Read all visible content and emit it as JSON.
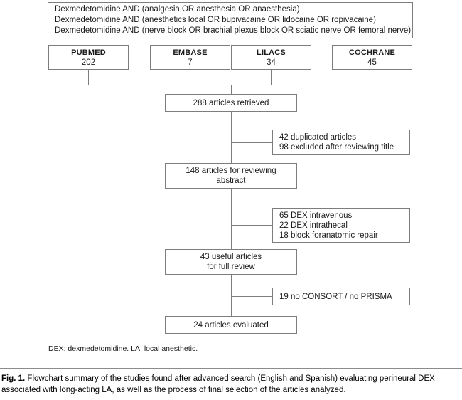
{
  "figure": {
    "query_box": {
      "lines": [
        "Dexmedetomidine AND (analgesia OR anesthesia OR anaesthesia)",
        "Dexmedetomidine AND (anesthetics local OR bupivacaine OR lidocaine OR ropivacaine)",
        "Dexmedetomidine AND (nerve block OR brachial plexus block OR sciatic nerve OR femoral nerve)"
      ]
    },
    "databases": [
      {
        "name": "PUBMED",
        "count": "202"
      },
      {
        "name": "EMBASE",
        "count": "7"
      },
      {
        "name": "LILACS",
        "count": "34"
      },
      {
        "name": "COCHRANE",
        "count": "45"
      }
    ],
    "flow": {
      "retrieved": {
        "lines": [
          "288 articles retrieved"
        ]
      },
      "abstract": {
        "lines": [
          "148 articles for reviewing",
          "abstract"
        ]
      },
      "useful": {
        "lines": [
          "43 useful articles",
          "for full review"
        ]
      },
      "evaluated": {
        "lines": [
          "24 articles evaluated"
        ]
      }
    },
    "exclusions": {
      "excl1": {
        "lines": [
          "42 duplicated articles",
          "98 excluded after reviewing title"
        ]
      },
      "excl2": {
        "lines": [
          "65 DEX intravenous",
          "22 DEX intrathecal",
          "18 block foranatomic repair"
        ]
      },
      "excl3": {
        "lines": [
          "19 no CONSORT / no PRISMA"
        ]
      }
    },
    "footnote": "DEX: dexmedetomidine. LA: local anesthetic.",
    "colors": {
      "box_border": "#7d7d7d",
      "connector": "#7d7d7d",
      "text": "#1a1a1a",
      "background": "#ffffff"
    }
  },
  "caption": {
    "label": "Fig. 1.",
    "text": " Flowchart summary of the studies found after advanced search (English and Spanish) evaluating perineural DEX associated with long-acting LA, as well as the process of final selection of the articles analyzed."
  }
}
